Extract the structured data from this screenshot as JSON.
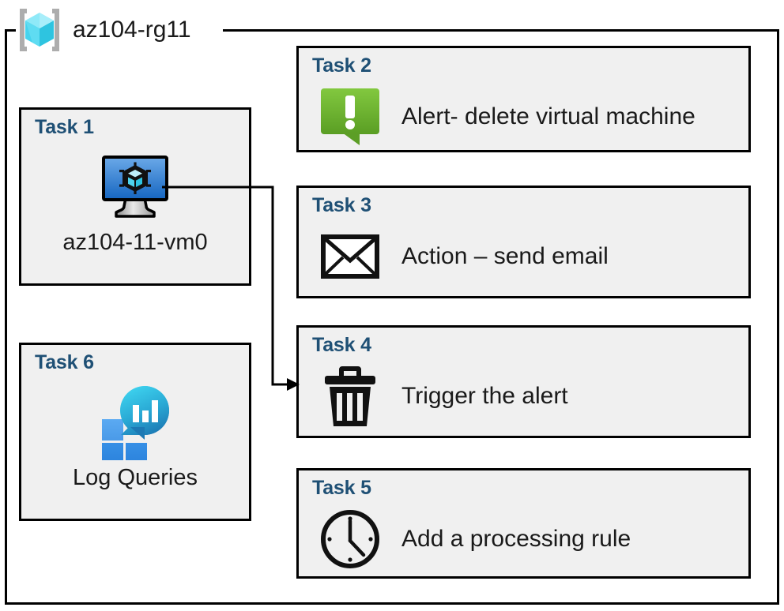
{
  "diagram": {
    "resource_group": {
      "name": "az104-rg11",
      "icon": "resource-group-cube-icon"
    },
    "colors": {
      "box_fill": "#F0F0F0",
      "box_border": "#000000",
      "task_label": "#1F5075",
      "body_text": "#1A1A1A",
      "alert_green_light": "#7EC642",
      "alert_green_dark": "#5A9E24",
      "monitor_blue_light": "#6BA9E8",
      "monitor_blue_dark": "#1565C0",
      "tile_blue_light": "#52A3F0",
      "tile_blue_dark": "#2E8BE0",
      "bubble_teal": "#32CCE8",
      "bubble_blue": "#1E7FB8",
      "rg_cube_cyan": "#7FE8F7"
    },
    "tasks": [
      {
        "id": "task-1",
        "label": "Task 1",
        "text": "az104-11-vm0",
        "icon": "virtual-machine-monitor-icon",
        "layout": "vertical"
      },
      {
        "id": "task-2",
        "label": "Task 2",
        "text": "Alert- delete virtual machine",
        "icon": "alert-exclamation-icon",
        "layout": "horizontal"
      },
      {
        "id": "task-3",
        "label": "Task 3",
        "text": "Action – send email",
        "icon": "envelope-icon",
        "layout": "horizontal"
      },
      {
        "id": "task-4",
        "label": "Task 4",
        "text": "Trigger the alert",
        "icon": "trash-can-icon",
        "layout": "horizontal"
      },
      {
        "id": "task-5",
        "label": "Task 5",
        "text": "Add a processing rule",
        "icon": "clock-icon",
        "layout": "horizontal"
      },
      {
        "id": "task-6",
        "label": "Task 6",
        "text": "Log Queries",
        "icon": "log-analytics-icon",
        "layout": "vertical"
      }
    ],
    "connector": {
      "from": "task-1",
      "to": "task-4",
      "arrow": "arrowhead-right-icon"
    }
  }
}
